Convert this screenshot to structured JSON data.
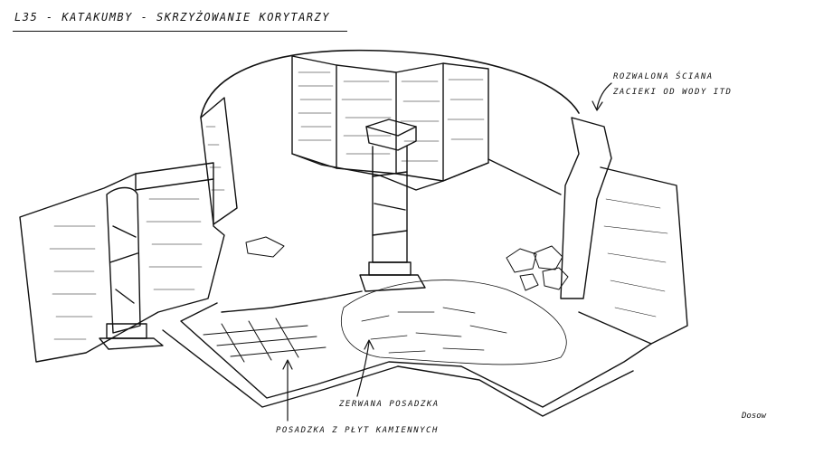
{
  "title": "L35 - KATAKUMBY - SKRZYŻOWANIE KORYTARZY",
  "annotations": {
    "collapsed_wall_line1": "ROZWALONA ŚCIANA",
    "collapsed_wall_line2": "ZACIEKI OD WODY ITD",
    "torn_floor": "ZERWANA POSADZKA",
    "stone_plate_floor": "POSADZKA Z PŁYT KAMIENNYCH"
  },
  "signature": "Dosow",
  "colors": {
    "ink": "#111111",
    "paper": "#ffffff"
  }
}
